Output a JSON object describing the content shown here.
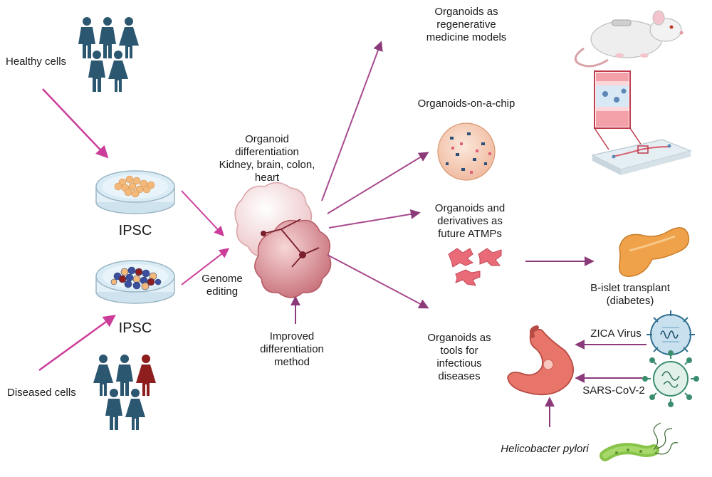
{
  "colors": {
    "arrow_magenta": "#cc3d9a",
    "arrow_purple": "#8b3a7a",
    "person_blue": "#2c5771",
    "person_red": "#8e1d1d",
    "organoid_pink": "#e8a6ab",
    "organoid_light": "#f4dadb",
    "dish_orange": "#f3b97a",
    "stomach": "#e8756a",
    "pancreas": "#f0a24a",
    "virus_blue": "#2f6f8f",
    "virus_green": "#3b8d6e"
  },
  "labels": {
    "healthy_cells": "Healthy cells",
    "diseased_cells": "Diseased cells",
    "ipsc_top": "IPSC",
    "ipsc_bottom": "IPSC",
    "genome_editing": "Genome\nediting",
    "organoid_differentiation": "Organoid\ndifferentiation\nKidney, brain, colon,\nheart",
    "improved_method": "Improved\ndifferentiation\nmethod",
    "regenerative": "Organoids as\nregenerative\nmedicine models",
    "on_a_chip": "Organoids-on-a-chip",
    "atmps": "Organoids and\nderivatives as\nfuture ATMPs",
    "islet_transplant": "B-islet transplant\n(diabetes)",
    "infectious": "Organoids as\ntools for\ninfectious\ndiseases",
    "zica": "ZICA Virus",
    "sars": "SARS-CoV-2",
    "helicobacter": "Helicobacter pylori"
  },
  "icons": [
    "people-healthy-icon",
    "people-diseased-icon",
    "petri-dish-icon",
    "organoid-icon",
    "mouse-icon",
    "organ-chip-icon",
    "cells-icon",
    "pancreas-icon",
    "stomach-icon",
    "virus-icon",
    "coronavirus-icon",
    "bacterium-icon"
  ]
}
